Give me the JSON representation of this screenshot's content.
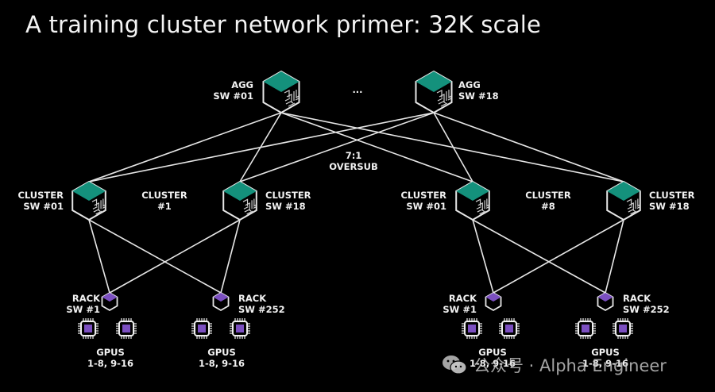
{
  "title": "A training cluster network primer: 32K scale",
  "colors": {
    "background": "#000000",
    "line": "#e6e6e6",
    "switch_top": "#14917c",
    "rack_top": "#7b4fc0",
    "gpu_core": "#7b4fc0"
  },
  "agg_layer": {
    "switches": [
      {
        "id": "agg1",
        "label_line1": "AGG",
        "label_line2": "SW #01"
      },
      {
        "id": "agg18",
        "label_line1": "AGG",
        "label_line2": "SW #18"
      }
    ],
    "ellipsis": "..."
  },
  "oversub": {
    "line1": "7:1",
    "line2": "OVERSUB"
  },
  "clusters": [
    {
      "name_line1": "CLUSTER",
      "name_line2": "#1",
      "switches": [
        {
          "id": "c1s1",
          "label_line1": "CLUSTER",
          "label_line2": "SW #01"
        },
        {
          "id": "c1s18",
          "label_line1": "CLUSTER",
          "label_line2": "SW #18"
        }
      ],
      "racks": [
        {
          "id": "c1r1",
          "label_line1": "RACK",
          "label_line2": "SW #1",
          "gpus_line1": "GPUS",
          "gpus_line2": "1-8, 9-16"
        },
        {
          "id": "c1r252",
          "label_line1": "RACK",
          "label_line2": "SW #252",
          "gpus_line1": "GPUS",
          "gpus_line2": "1-8, 9-16"
        }
      ]
    },
    {
      "name_line1": "CLUSTER",
      "name_line2": "#8",
      "switches": [
        {
          "id": "c8s1",
          "label_line1": "CLUSTER",
          "label_line2": "SW #01"
        },
        {
          "id": "c8s18",
          "label_line1": "CLUSTER",
          "label_line2": "SW #18"
        }
      ],
      "racks": [
        {
          "id": "c8r1",
          "label_line1": "RACK",
          "label_line2": "SW #1",
          "gpus_line1": "GPUS",
          "gpus_line2": "1-8, 9-16"
        },
        {
          "id": "c8r252",
          "label_line1": "RACK",
          "label_line2": "SW #252",
          "gpus_line1": "GPUS",
          "gpus_line2": "1-8, 9-16"
        }
      ]
    }
  ],
  "links": [
    [
      "agg1",
      "c1s1"
    ],
    [
      "agg1",
      "c1s18"
    ],
    [
      "agg1",
      "c8s1"
    ],
    [
      "agg1",
      "c8s18"
    ],
    [
      "agg18",
      "c1s1"
    ],
    [
      "agg18",
      "c1s18"
    ],
    [
      "agg18",
      "c8s1"
    ],
    [
      "agg18",
      "c8s18"
    ],
    [
      "c1s1",
      "c1r1"
    ],
    [
      "c1s1",
      "c1r252"
    ],
    [
      "c1s18",
      "c1r1"
    ],
    [
      "c1s18",
      "c1r252"
    ],
    [
      "c8s1",
      "c8r1"
    ],
    [
      "c8s1",
      "c8r252"
    ],
    [
      "c8s18",
      "c8r1"
    ],
    [
      "c8s18",
      "c8r252"
    ]
  ],
  "watermark": {
    "icon": "wechat-icon",
    "text": "公众号 · Alpha Engineer"
  }
}
